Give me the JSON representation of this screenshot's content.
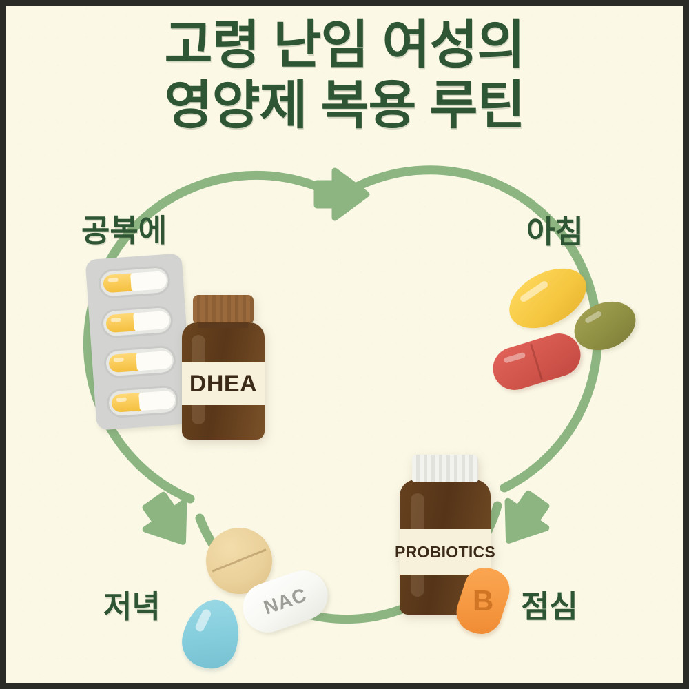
{
  "poster": {
    "title_lines": [
      "고령 난임 여성의",
      "영양제 복용 루틴"
    ],
    "background_color": "#fbf8e6",
    "frame_color": "#2a2a26",
    "title_color": "#2e5635",
    "accent_green": "#8cb582"
  },
  "cycle": {
    "direction": "clockwise",
    "arrow_color": "#8cb582",
    "ring_color": "#8cb582",
    "arrows": [
      {
        "name": "arrow-top-right",
        "points_to": "morning"
      },
      {
        "name": "arrow-bottom-right",
        "points_to": "lunch"
      },
      {
        "name": "arrow-bottom-left",
        "points_to": "evening"
      }
    ]
  },
  "labels": {
    "fasting": "공복에",
    "morning": "아침",
    "lunch": "점심",
    "evening": "저녁"
  },
  "items": {
    "fasting": {
      "label": "공복에",
      "blister": {
        "icon": "blister-pack-icon",
        "color": "#d3d4d2",
        "capsule_color": "#f4bf3e",
        "capsule_count": 4
      },
      "bottle": {
        "icon": "supplement-bottle-icon",
        "label_text": "DHEA",
        "bottle_color": "#5a3719",
        "cap_color": "#9a6a3c",
        "label_color": "#f7f0da"
      }
    },
    "morning": {
      "label": "아침",
      "pills": [
        {
          "icon": "softgel-oval-icon",
          "name": "yellow-softgel",
          "color": "#f5c63f",
          "shape": "oval"
        },
        {
          "icon": "softgel-oval-icon",
          "name": "olive-softgel",
          "color": "#8e8e42",
          "shape": "oval"
        },
        {
          "icon": "tablet-oblong-icon",
          "name": "red-tablet",
          "color": "#d2554b",
          "shape": "oblong",
          "scored": true
        }
      ]
    },
    "lunch": {
      "label": "점심",
      "bottle": {
        "icon": "supplement-bottle-icon",
        "label_text": "PROBIOTICS",
        "bottle_color": "#553418",
        "cap_color": "#f2f2ee",
        "label_color": "#f7f0da"
      },
      "tablet": {
        "icon": "tablet-capsule-icon",
        "name": "vitamin-b-tablet",
        "text": "B",
        "color": "#f59740"
      }
    },
    "evening": {
      "label": "저녁",
      "pills": [
        {
          "icon": "tablet-round-icon",
          "name": "tan-round-tablet",
          "color": "#ead09a",
          "shape": "round",
          "scored": true
        },
        {
          "icon": "tablet-oval-icon",
          "name": "nac-tablet",
          "text": "NAC",
          "color": "#f7f7f3",
          "shape": "oval"
        },
        {
          "icon": "softgel-teardrop-icon",
          "name": "blue-softgel",
          "color": "#84cddd",
          "shape": "teardrop"
        }
      ]
    }
  }
}
